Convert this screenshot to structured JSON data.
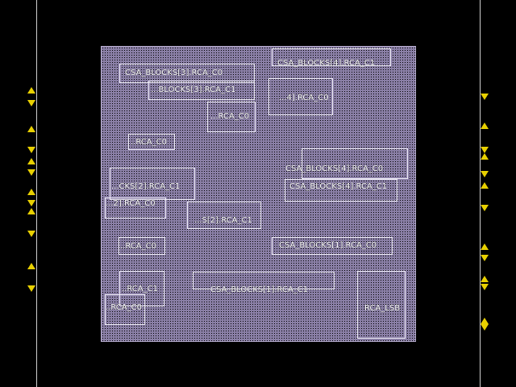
{
  "blocks": [
    {
      "id": "b0",
      "label": "CSA_BLOCKS[3].RCA_C0"
    },
    {
      "id": "b1",
      "label": "...BLOCKS[3].RCA_C1"
    },
    {
      "id": "b2",
      "label": "...RCA_C0"
    },
    {
      "id": "b3",
      "label": "..RCA_C0"
    },
    {
      "id": "b4",
      "label": "CSA_BLOCKS[4].RCA_C1"
    },
    {
      "id": "b5",
      "label": "...4].RCA_C0"
    },
    {
      "id": "b6",
      "label": "...CKS[2].RCA_C1"
    },
    {
      "id": "b7",
      "label": "...2].RCA_C0"
    },
    {
      "id": "b8",
      "label": "...S[2].RCA_C1"
    },
    {
      "id": "b9",
      "label": "CSA_BLOCKS[4].RCA_C0"
    },
    {
      "id": "b10",
      "label": "CSA_BLOCKS[4].RCA_C1"
    },
    {
      "id": "b11",
      "label": "..RCA_C0"
    },
    {
      "id": "b12",
      "label": "CSA_BLOCKS[1].RCA_C0"
    },
    {
      "id": "b13",
      "label": "..RCA_C1"
    },
    {
      "id": "b14",
      "label": "CSA_BLOCKS[1].RCA_C1"
    },
    {
      "id": "b15",
      "label": "..RCA_C0"
    },
    {
      "id": "b16",
      "label": "RCA_LSB"
    }
  ],
  "colors": {
    "background": "#000000",
    "core_fill": "#8a7fa6",
    "block_outline": "#f0eef8",
    "pin": "#e8d000",
    "boundary": "#cfcfcf"
  }
}
